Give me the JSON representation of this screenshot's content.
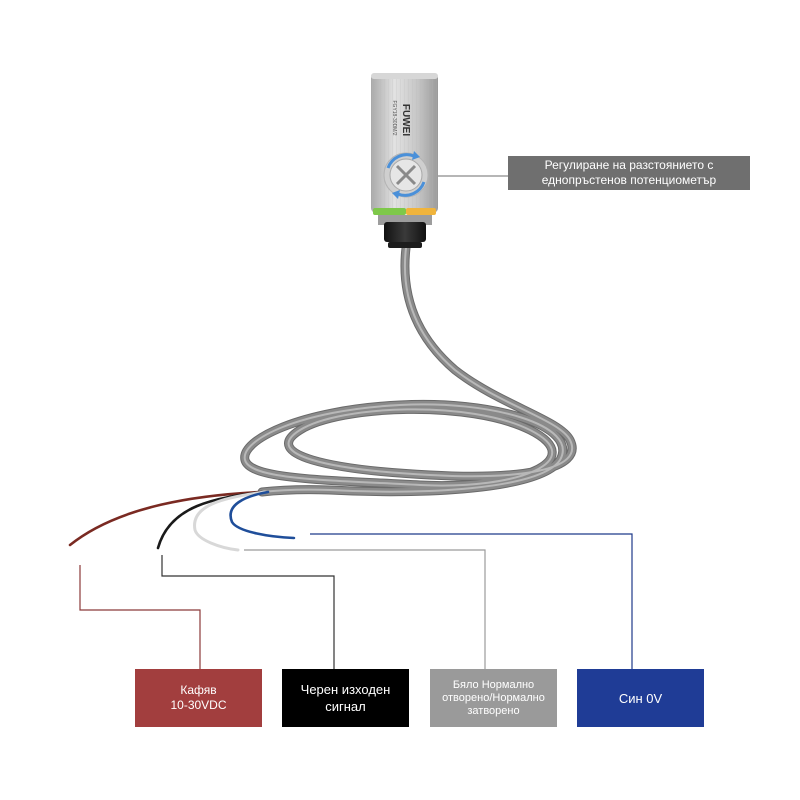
{
  "sensor": {
    "brand": "FUWEI",
    "model": "FGY18-30DM/2",
    "adjust_callout": "Регулиране на разстоянието с еднопръстенов потенциометър"
  },
  "wires": [
    {
      "id": "brown",
      "label": "Кафяв\n10-30VDC",
      "color": "#8b3a3a",
      "box_color": "#a23e3e",
      "wire_color": "#7a2a22"
    },
    {
      "id": "black",
      "label": "Черен изходен\nсигнал",
      "color": "#111111",
      "box_color": "#000000",
      "wire_color": "#1a1a1a"
    },
    {
      "id": "white",
      "label": "Бяло Нормално\nотворено/Нормално\nзатворено",
      "color": "#9b9b9b",
      "box_color": "#9a9a9a",
      "wire_color": "#f2f2f2"
    },
    {
      "id": "blue",
      "label": "Син 0V",
      "color": "#1e3a8a",
      "box_color": "#1f3c96",
      "wire_color": "#1f4e9a"
    }
  ],
  "colors": {
    "cable": "#8a8a8a",
    "sensor_body": "#c8c8c8",
    "led_green": "#7ec84a",
    "led_yellow": "#f0b43c",
    "pot_blue": "#4a90d9"
  }
}
